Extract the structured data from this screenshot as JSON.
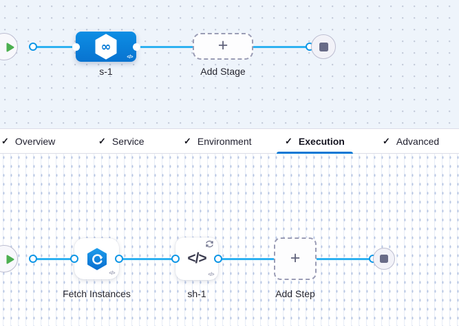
{
  "icons": {
    "check": "✓",
    "plus": "+",
    "infinity": "∞",
    "code_badge": "</>",
    "shell_glyph": "</>"
  },
  "stage_section": {
    "stage_label": "s-1",
    "add_stage_label": "Add Stage"
  },
  "tabs": [
    {
      "label": "Overview",
      "checked": true,
      "active": false
    },
    {
      "label": "Service",
      "checked": true,
      "active": false
    },
    {
      "label": "Environment",
      "checked": true,
      "active": false
    },
    {
      "label": "Execution",
      "checked": true,
      "active": true
    },
    {
      "label": "Advanced",
      "checked": true,
      "active": false
    }
  ],
  "execution_section": {
    "steps": [
      {
        "label": "Fetch Instances",
        "icon": "fetch-instances-icon"
      },
      {
        "label": "sh-1",
        "icon": "shell-script-icon",
        "has_loop_badge": true
      }
    ],
    "add_step_label": "Add Step"
  },
  "colors": {
    "connector_line": "#2eb1f1",
    "ring_border": "#0e96e6",
    "active_tab_underline": "#0277d4",
    "stage_node_blue": "#0b84dd",
    "play_green": "#4caf50",
    "stop_gray": "#686b87",
    "stage_canvas_bg": "#eef4fb"
  }
}
